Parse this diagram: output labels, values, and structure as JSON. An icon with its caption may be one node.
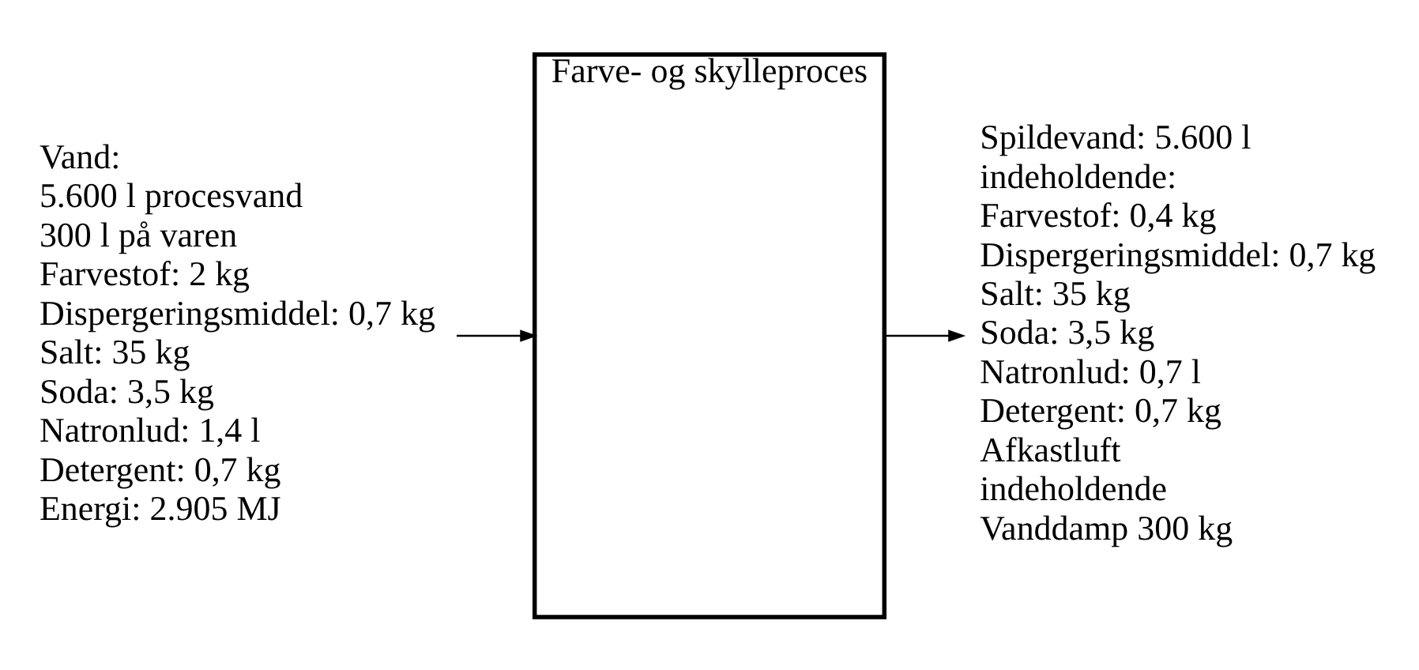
{
  "diagram": {
    "nodes": [
      {
        "text": [
          "Vand:",
          "5.600 l procesvand",
          "300 l på varen",
          "Farvestof: 2 kg",
          "Dispergeringsmiddel: 0,7 kg",
          "Salt: 35 kg",
          "Soda: 3,5 kg",
          "Natronlud: 1,4 l",
          "Detergent: 0,7 kg",
          "Energi: 2.905 MJ"
        ]
      },
      {
        "text": [
          "Farve- og skylleproces"
        ]
      },
      {
        "text": [
          "Spildevand: 5.600 l",
          "indeholdende:",
          "Farvestof: 0,4 kg",
          "Dispergeringsmiddel: 0,7 kg",
          "Salt: 35 kg",
          "Soda: 3,5 kg",
          "Natronlud: 0,7 l",
          "Detergent: 0,7 kg",
          "Afkastluft",
          "indeholdende",
          "Vanddamp 300 kg"
        ]
      }
    ],
    "edges": [
      {
        "from": 0,
        "to": 1,
        "arrow": "to"
      },
      {
        "from": 1,
        "to": 2,
        "arrow": "to"
      }
    ]
  }
}
